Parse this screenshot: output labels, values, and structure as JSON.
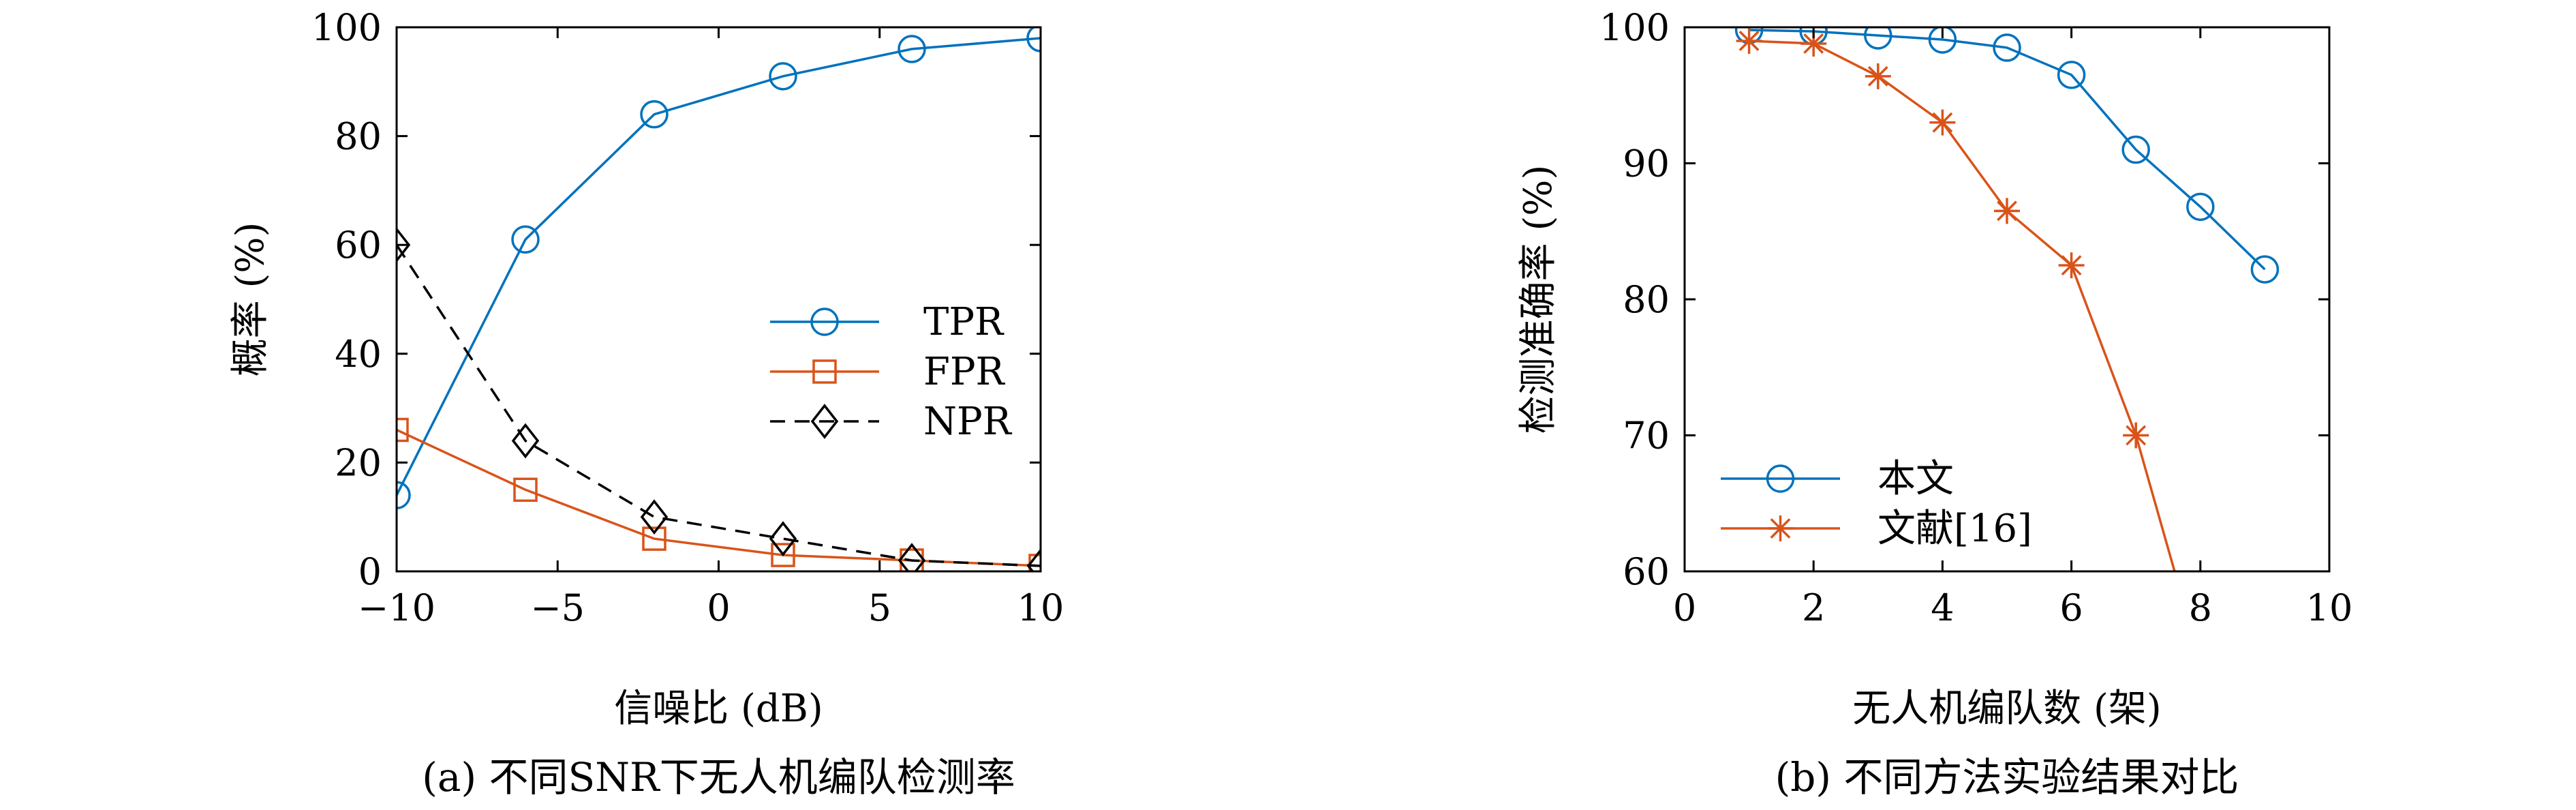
{
  "chart_data": [
    {
      "type": "line",
      "caption": "(a) 不同SNR下无人机编队检测率",
      "xlabel": "信噪比 (dB)",
      "ylabel": "概率 (%)",
      "xlim": [
        -10,
        10
      ],
      "ylim": [
        0,
        100
      ],
      "xticks": [
        -10,
        -5,
        0,
        5,
        10
      ],
      "xtick_labels": [
        "−10",
        "−5",
        "0",
        "5",
        "10"
      ],
      "yticks": [
        0,
        20,
        40,
        60,
        80,
        100
      ],
      "ytick_labels": [
        "0",
        "20",
        "40",
        "60",
        "80",
        "100"
      ],
      "grid": false,
      "legend_position": "center-right",
      "x": [
        -10,
        -6,
        -2,
        2,
        6,
        10
      ],
      "series": [
        {
          "name": "TPR",
          "values": [
            14,
            61,
            84,
            91,
            96,
            98
          ],
          "color": "#0072BD",
          "marker": "circle",
          "dash": "solid"
        },
        {
          "name": "FPR",
          "values": [
            26,
            15,
            6,
            3,
            2,
            1
          ],
          "color": "#D95319",
          "marker": "square",
          "dash": "solid"
        },
        {
          "name": "NPR",
          "values": [
            60,
            24,
            10,
            6,
            2,
            1
          ],
          "color": "#000000",
          "marker": "diamond",
          "dash": "dashed"
        }
      ]
    },
    {
      "type": "line",
      "caption": "(b) 不同方法实验结果对比",
      "xlabel": "无人机编队数 (架)",
      "ylabel": "检测准确率 (%)",
      "xlim": [
        0,
        10
      ],
      "ylim": [
        60,
        100
      ],
      "xticks": [
        0,
        2,
        4,
        6,
        8,
        10
      ],
      "xtick_labels": [
        "0",
        "2",
        "4",
        "6",
        "8",
        "10"
      ],
      "yticks": [
        60,
        70,
        80,
        90,
        100
      ],
      "ytick_labels": [
        "60",
        "70",
        "80",
        "90",
        "100"
      ],
      "grid": false,
      "legend_position": "bottom-left",
      "series": [
        {
          "name": "本文",
          "x": [
            1,
            2,
            3,
            4,
            5,
            6,
            7,
            8,
            9
          ],
          "values": [
            99.8,
            99.7,
            99.4,
            99.1,
            98.5,
            96.5,
            91,
            86.8,
            82.2
          ],
          "color": "#0072BD",
          "marker": "circle",
          "dash": "solid"
        },
        {
          "name": "文献[16]",
          "x": [
            1,
            2,
            3,
            4,
            5,
            6,
            7,
            7.6
          ],
          "values": [
            99,
            98.8,
            96.4,
            93,
            86.5,
            82.5,
            70,
            60
          ],
          "marked": [
            true,
            true,
            true,
            true,
            true,
            true,
            true,
            false
          ],
          "color": "#D95319",
          "marker": "asterisk",
          "dash": "solid"
        }
      ]
    }
  ]
}
